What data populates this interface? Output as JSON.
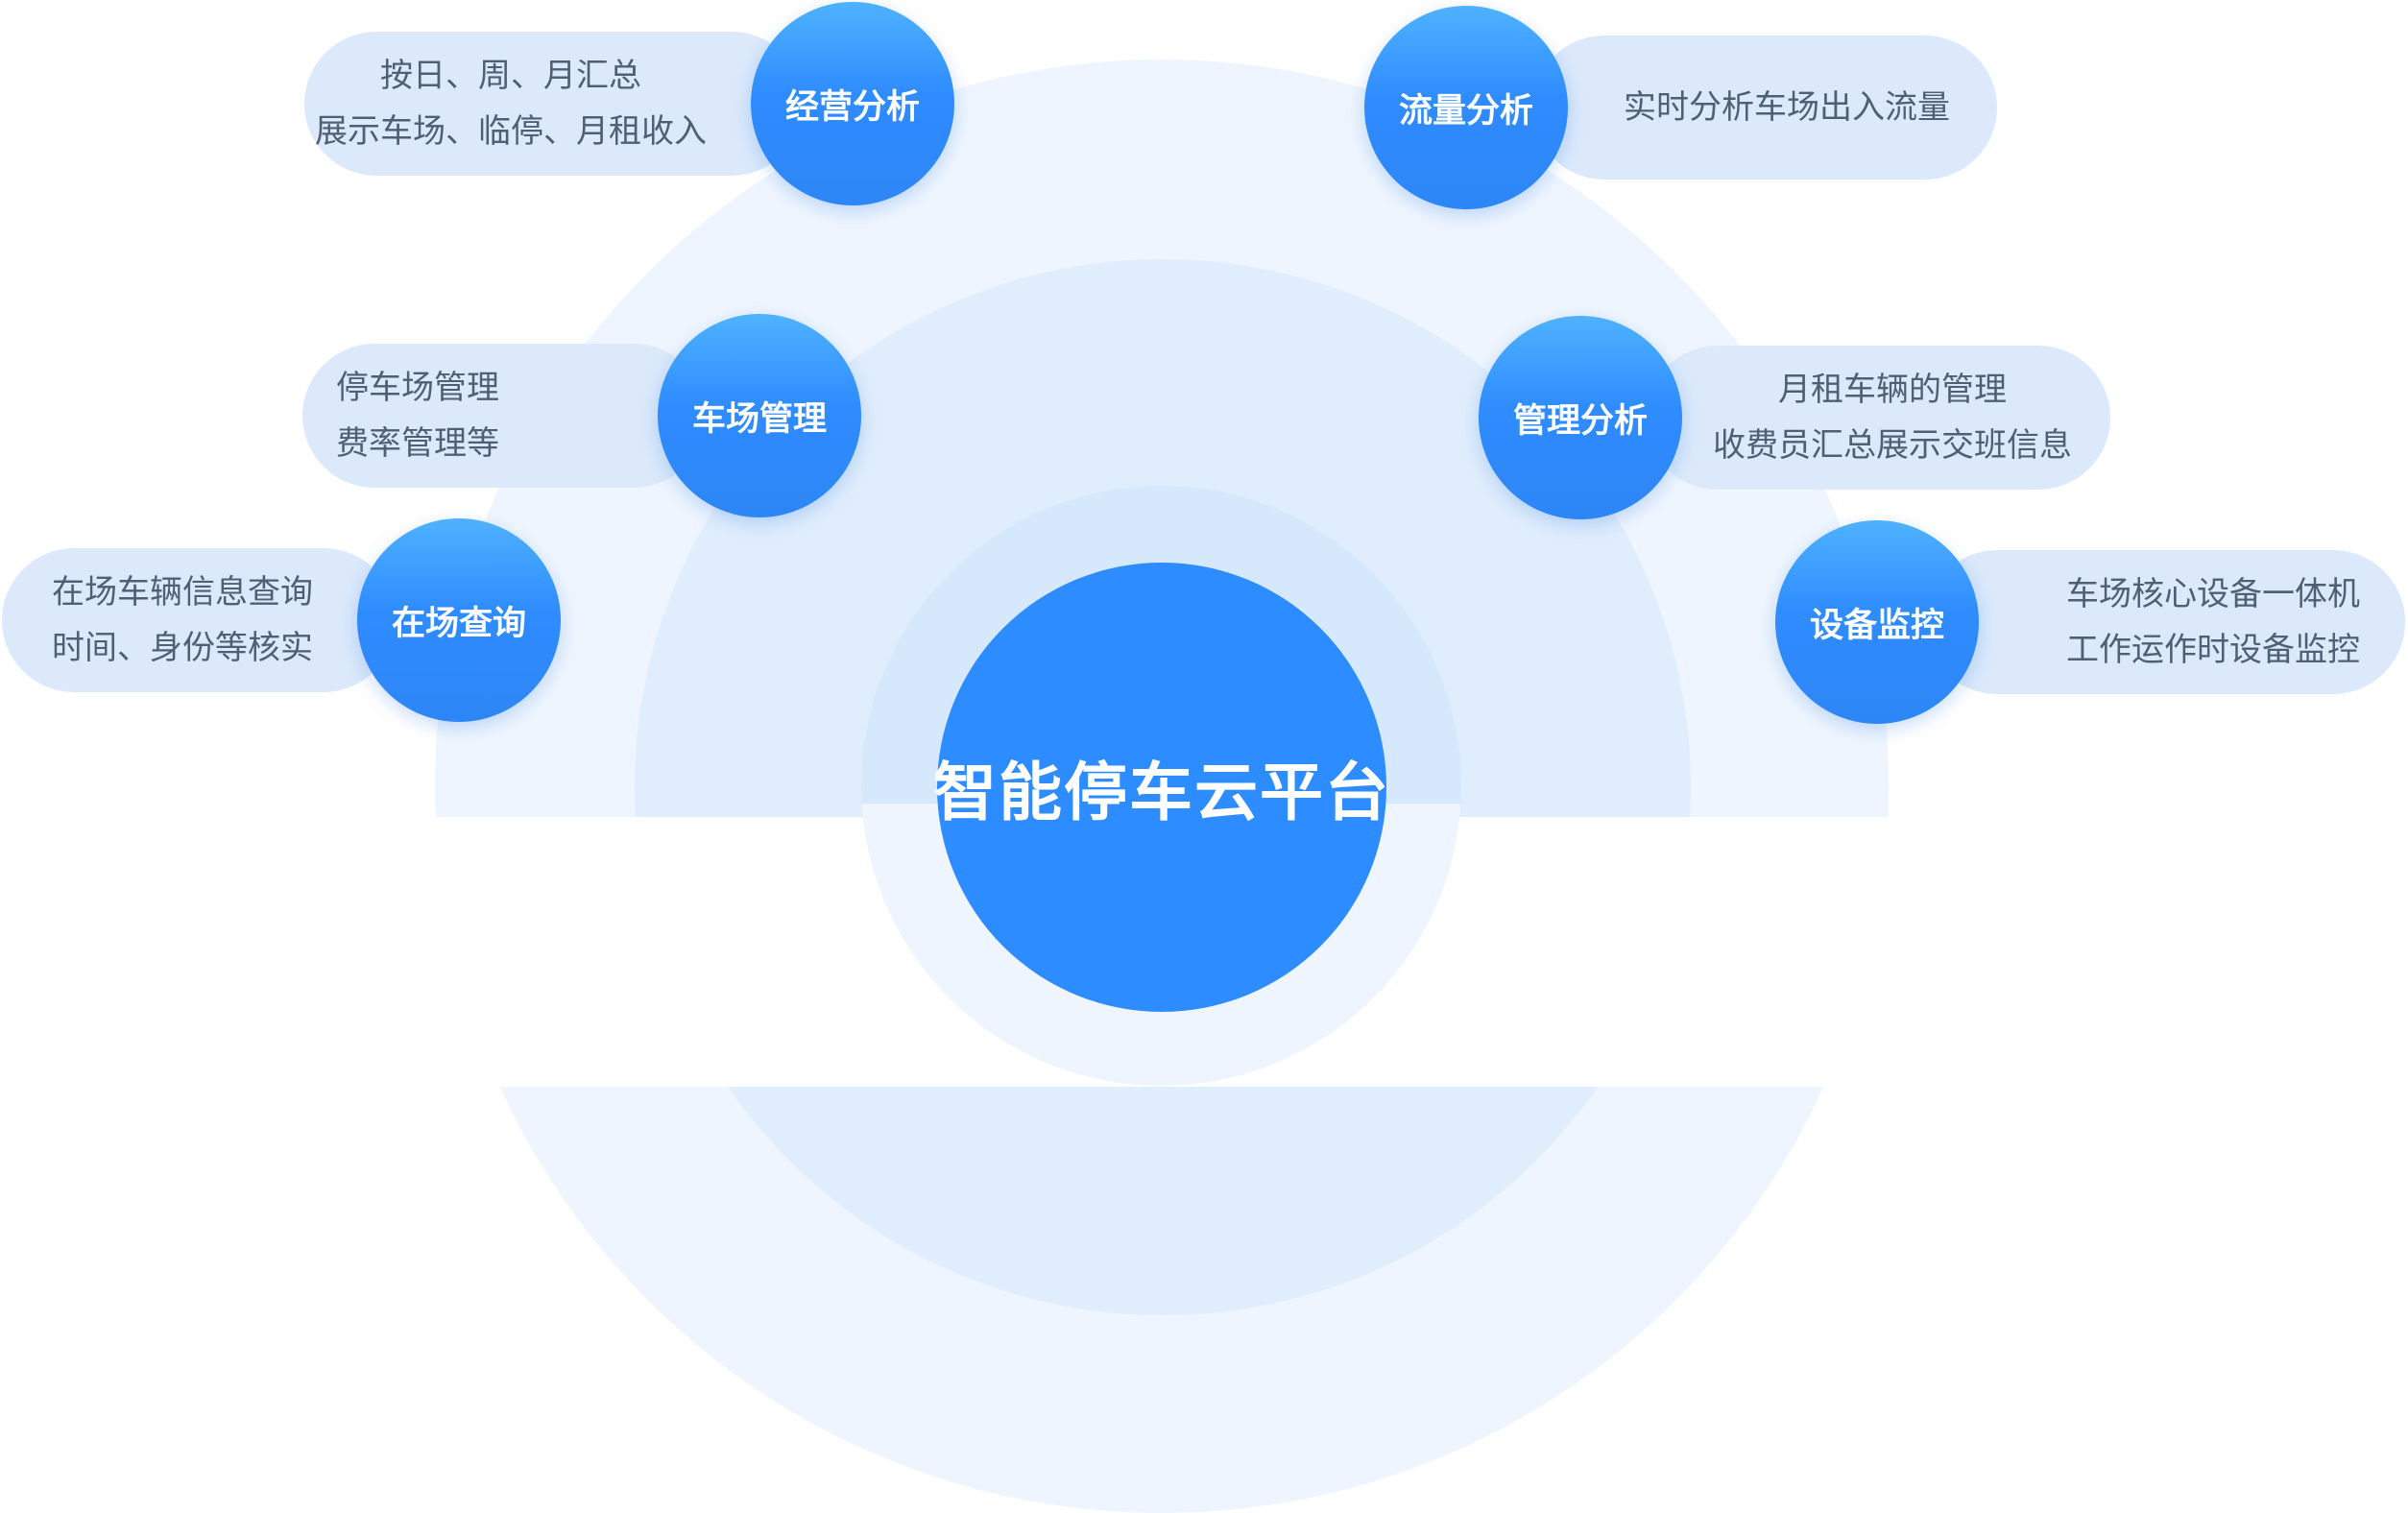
{
  "center": {
    "label": "智能停车云平台"
  },
  "modules": [
    {
      "key": "business",
      "title": "经营分析",
      "lines": [
        "按日、周、月汇总",
        "展示车场、临停、月租收入"
      ]
    },
    {
      "key": "flow",
      "title": "流量分析",
      "lines": [
        "实时分析车场出入流量"
      ]
    },
    {
      "key": "lot",
      "title": "车场管理",
      "lines": [
        "停车场管理",
        "费率管理等"
      ]
    },
    {
      "key": "mgmt",
      "title": "管理分析",
      "lines": [
        "月租车辆的管理",
        "收费员汇总展示交班信息"
      ]
    },
    {
      "key": "query",
      "title": "在场查询",
      "lines": [
        "在场车辆信息查询",
        "时间、身份等核实"
      ]
    },
    {
      "key": "device",
      "title": "设备监控",
      "lines": [
        "车场核心设备一体机",
        "工作运作时设备监控"
      ]
    }
  ],
  "colors": {
    "node": "#2d8cff",
    "pill": "#dbe9fb",
    "pill_text": "#4f5f74",
    "arc_outer": "#eef5fe",
    "arc_middle": "#e0edfc"
  }
}
